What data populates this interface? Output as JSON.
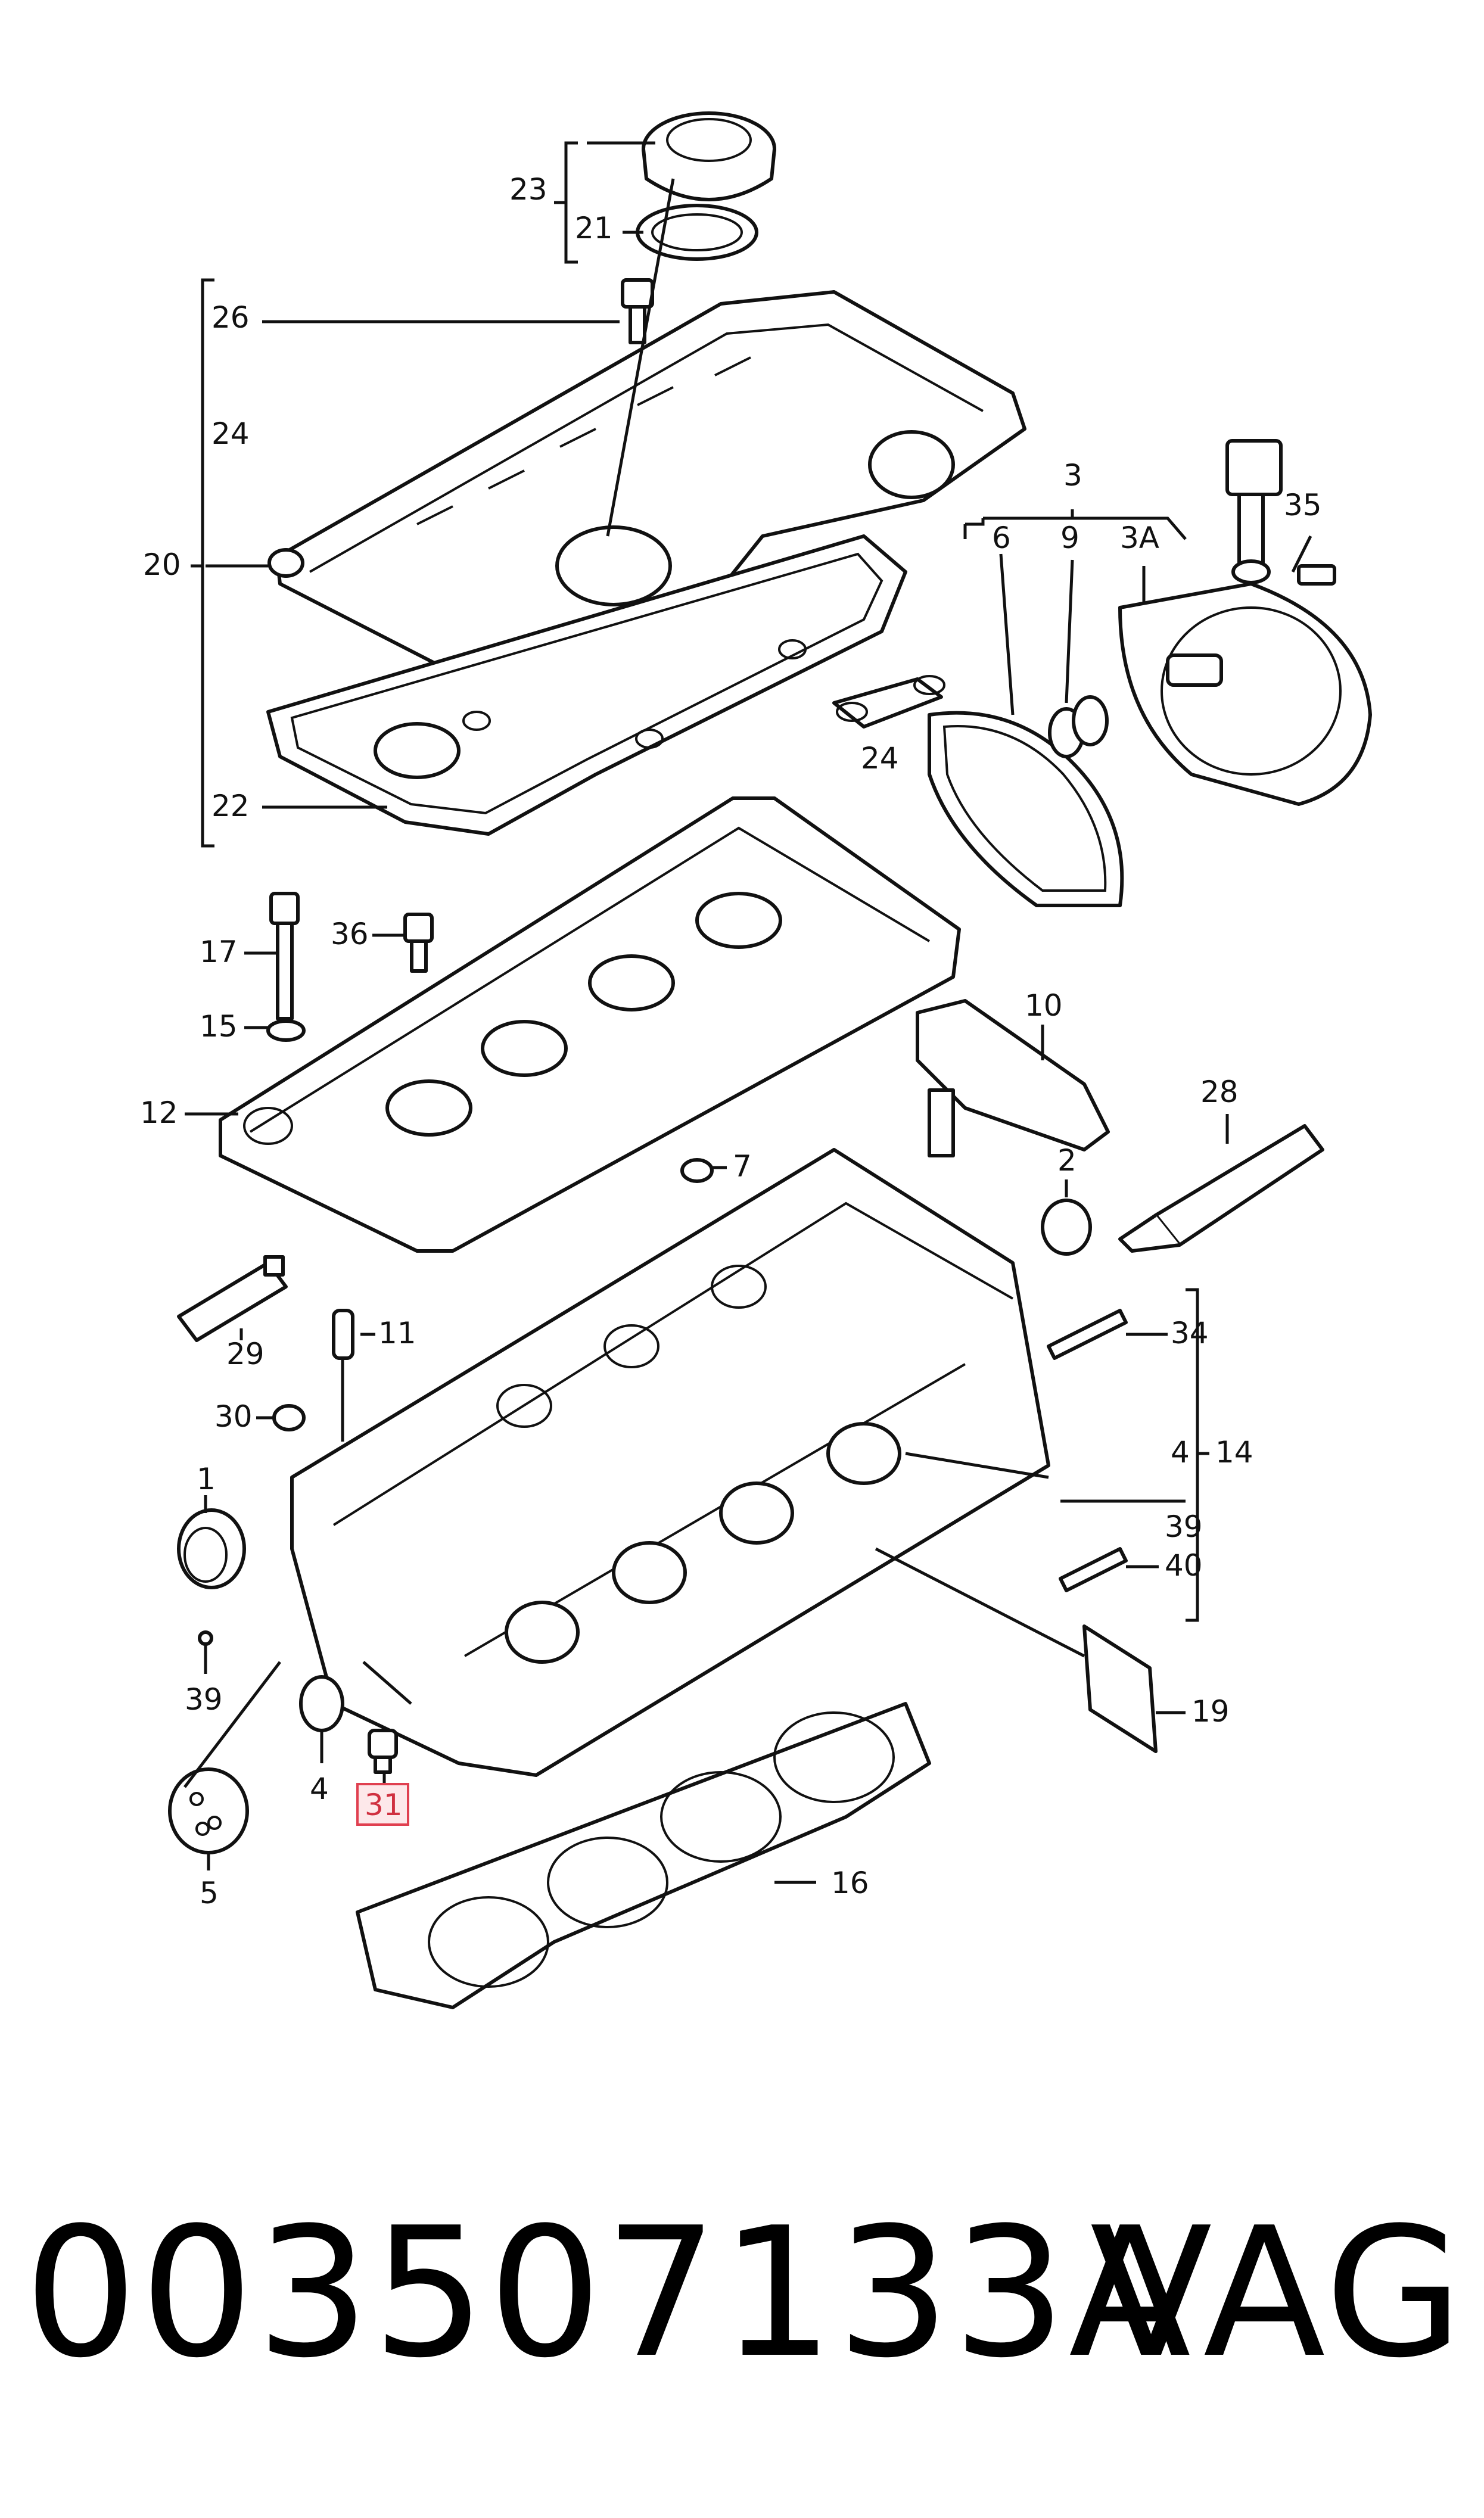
{
  "diagram": {
    "callouts": {
      "c23": "23",
      "c21": "21",
      "c26": "26",
      "c24a": "24",
      "c20": "20",
      "c22": "22",
      "c3": "3",
      "c6": "6",
      "c9": "9",
      "c3A": "3A",
      "c35": "35",
      "c24b": "24",
      "c17": "17",
      "c36": "36",
      "c15": "15",
      "c12": "12",
      "c7": "7",
      "c10": "10",
      "c2": "2",
      "c28": "28",
      "c29": "29",
      "c11": "11",
      "c34": "34",
      "c30": "30",
      "c1": "1",
      "c4a": "4",
      "c14": "14",
      "c39a": "39",
      "c40": "40",
      "c39b": "39",
      "c19": "19",
      "c4b": "4",
      "c31": "31",
      "c5": "5",
      "c16": "16"
    },
    "highlighted_callout": "31",
    "highlight_color": "#e04050"
  },
  "footer": {
    "part_number": "003507133A",
    "brand": "VAG"
  }
}
